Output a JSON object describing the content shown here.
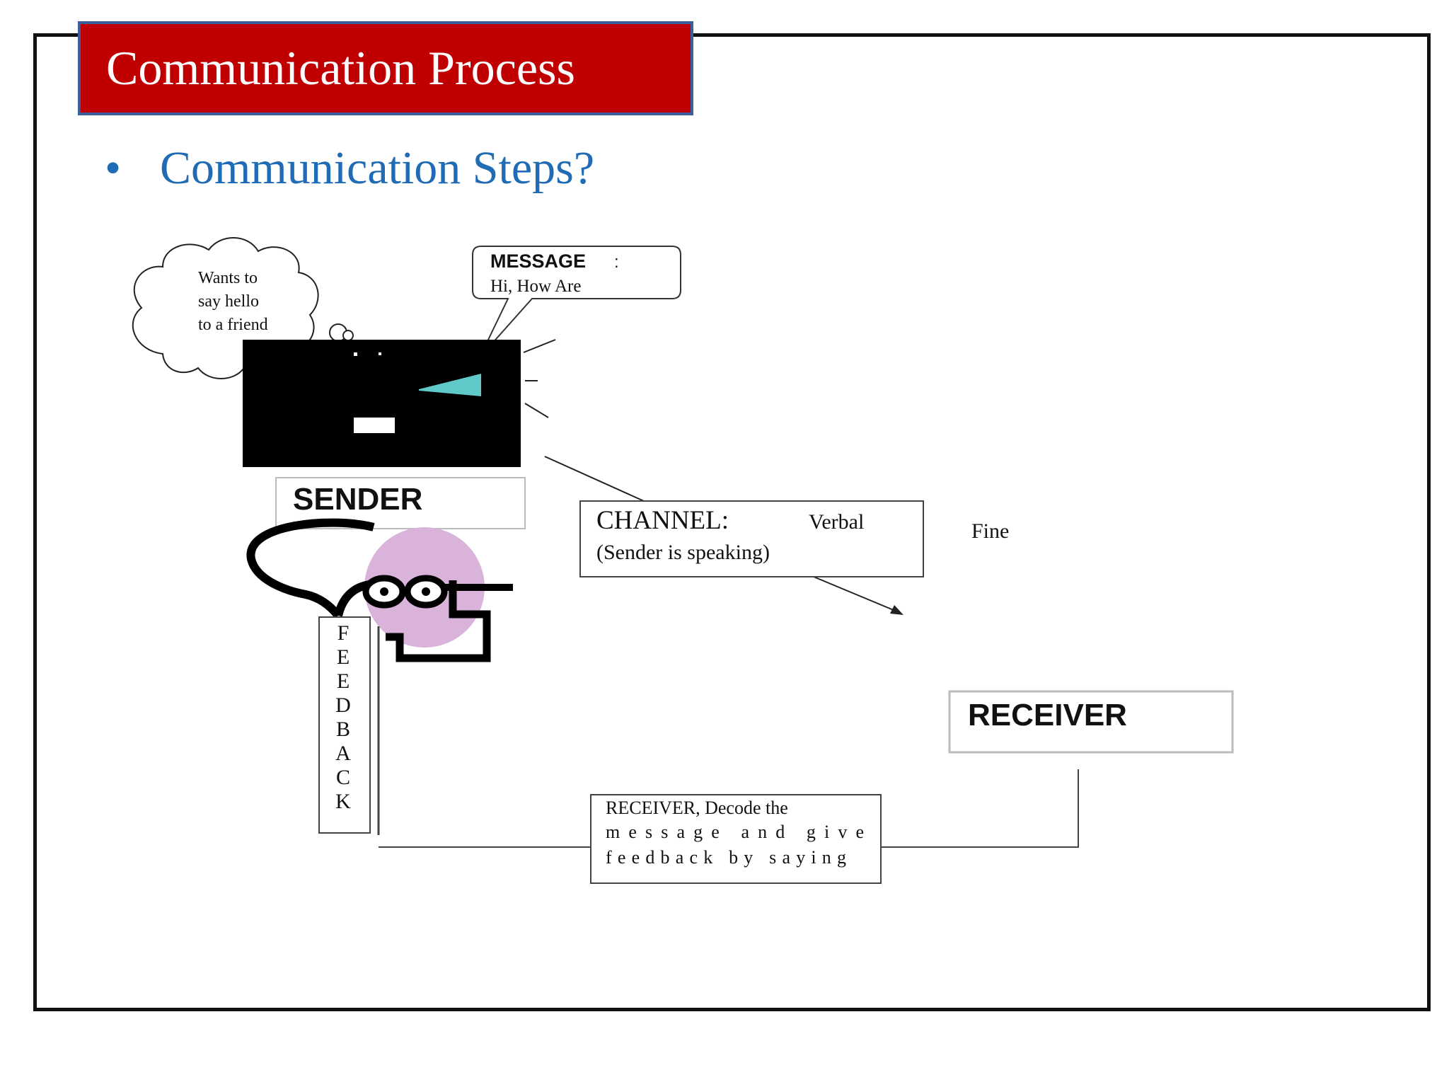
{
  "slide": {
    "title": "Communication Process",
    "bullet": "Communication Steps?"
  },
  "diagram": {
    "thought_cloud": [
      "Wants to",
      "say hello",
      "to a friend"
    ],
    "message_bubble": {
      "heading": "MESSAGE",
      "colon": ":",
      "line2": "Hi, How Are"
    },
    "sender_label": "SENDER",
    "channel": {
      "heading": "CHANNEL:",
      "value": "Verbal",
      "line2": "(Sender is speaking)"
    },
    "fine_text": "Fine",
    "receiver_label": "RECEIVER",
    "feedback_letters": [
      "F",
      "E",
      "E",
      "D",
      "B",
      "A",
      "C",
      "K"
    ],
    "decode_box": [
      "RECEIVER, Decode the",
      "message and give",
      "feedback by saying"
    ]
  },
  "colors": {
    "title_bg": "#c00000",
    "title_border": "#3a5f9a",
    "bullet_text": "#1f6bb5",
    "face_pink": "#d9b3d9",
    "megaphone_teal": "#5fc8c8"
  }
}
